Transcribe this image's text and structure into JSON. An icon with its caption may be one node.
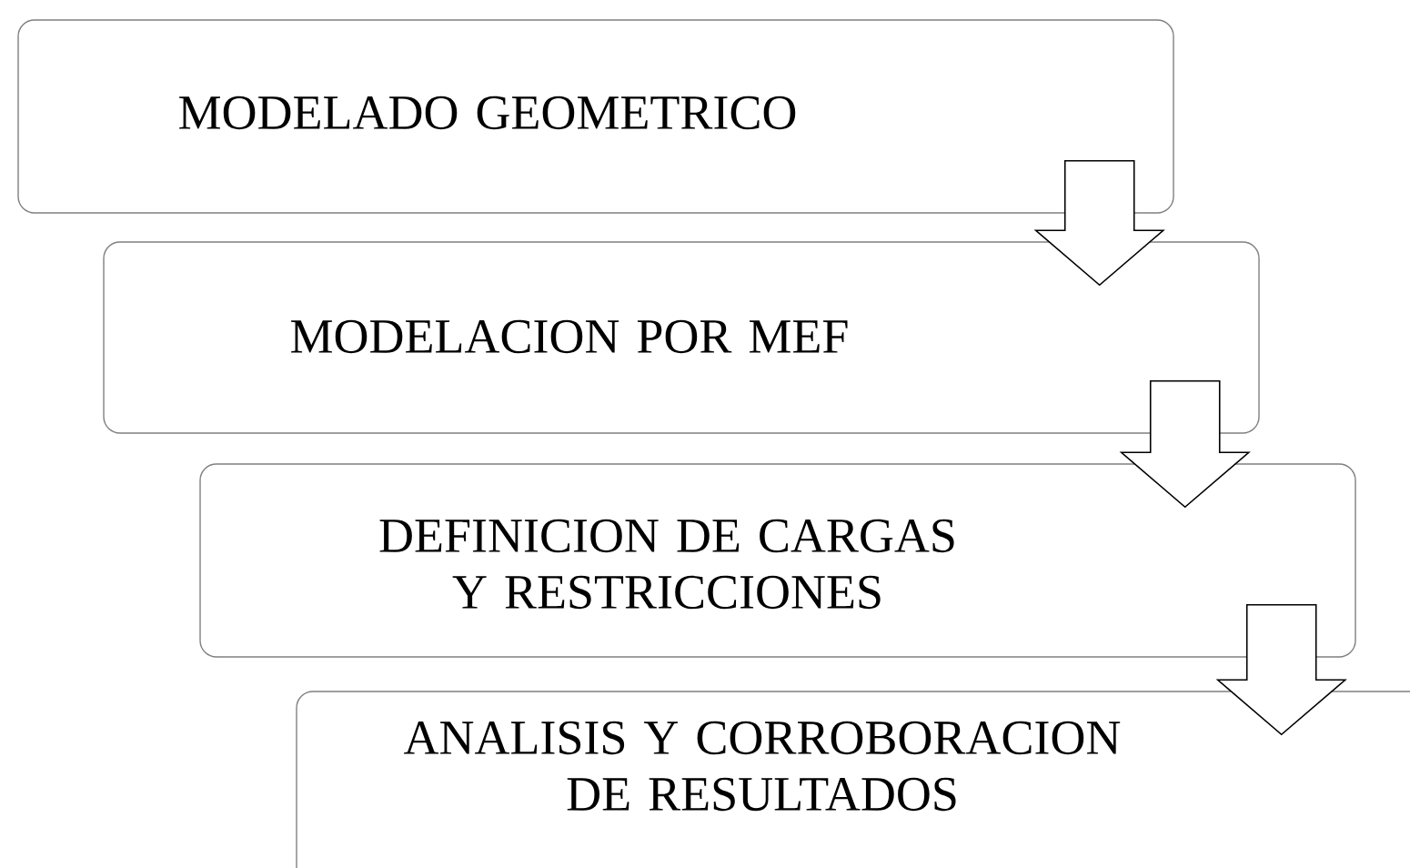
{
  "diagram": {
    "nodes": [
      {
        "text": [
          "MODELADO GEOMETRICO"
        ]
      },
      {
        "text": [
          "MODELACION POR MEF"
        ]
      },
      {
        "text": [
          "DEFINICION DE CARGAS Y RESTRICCIONES"
        ]
      },
      {
        "text": [
          "ANALISIS Y CORROBORACION DE RESULTADOS"
        ]
      }
    ],
    "edges": [
      {
        "from": 0,
        "to": 1,
        "arrow": "to"
      },
      {
        "from": 1,
        "to": 2,
        "arrow": "to"
      },
      {
        "from": 2,
        "to": 3,
        "arrow": "to"
      }
    ]
  }
}
